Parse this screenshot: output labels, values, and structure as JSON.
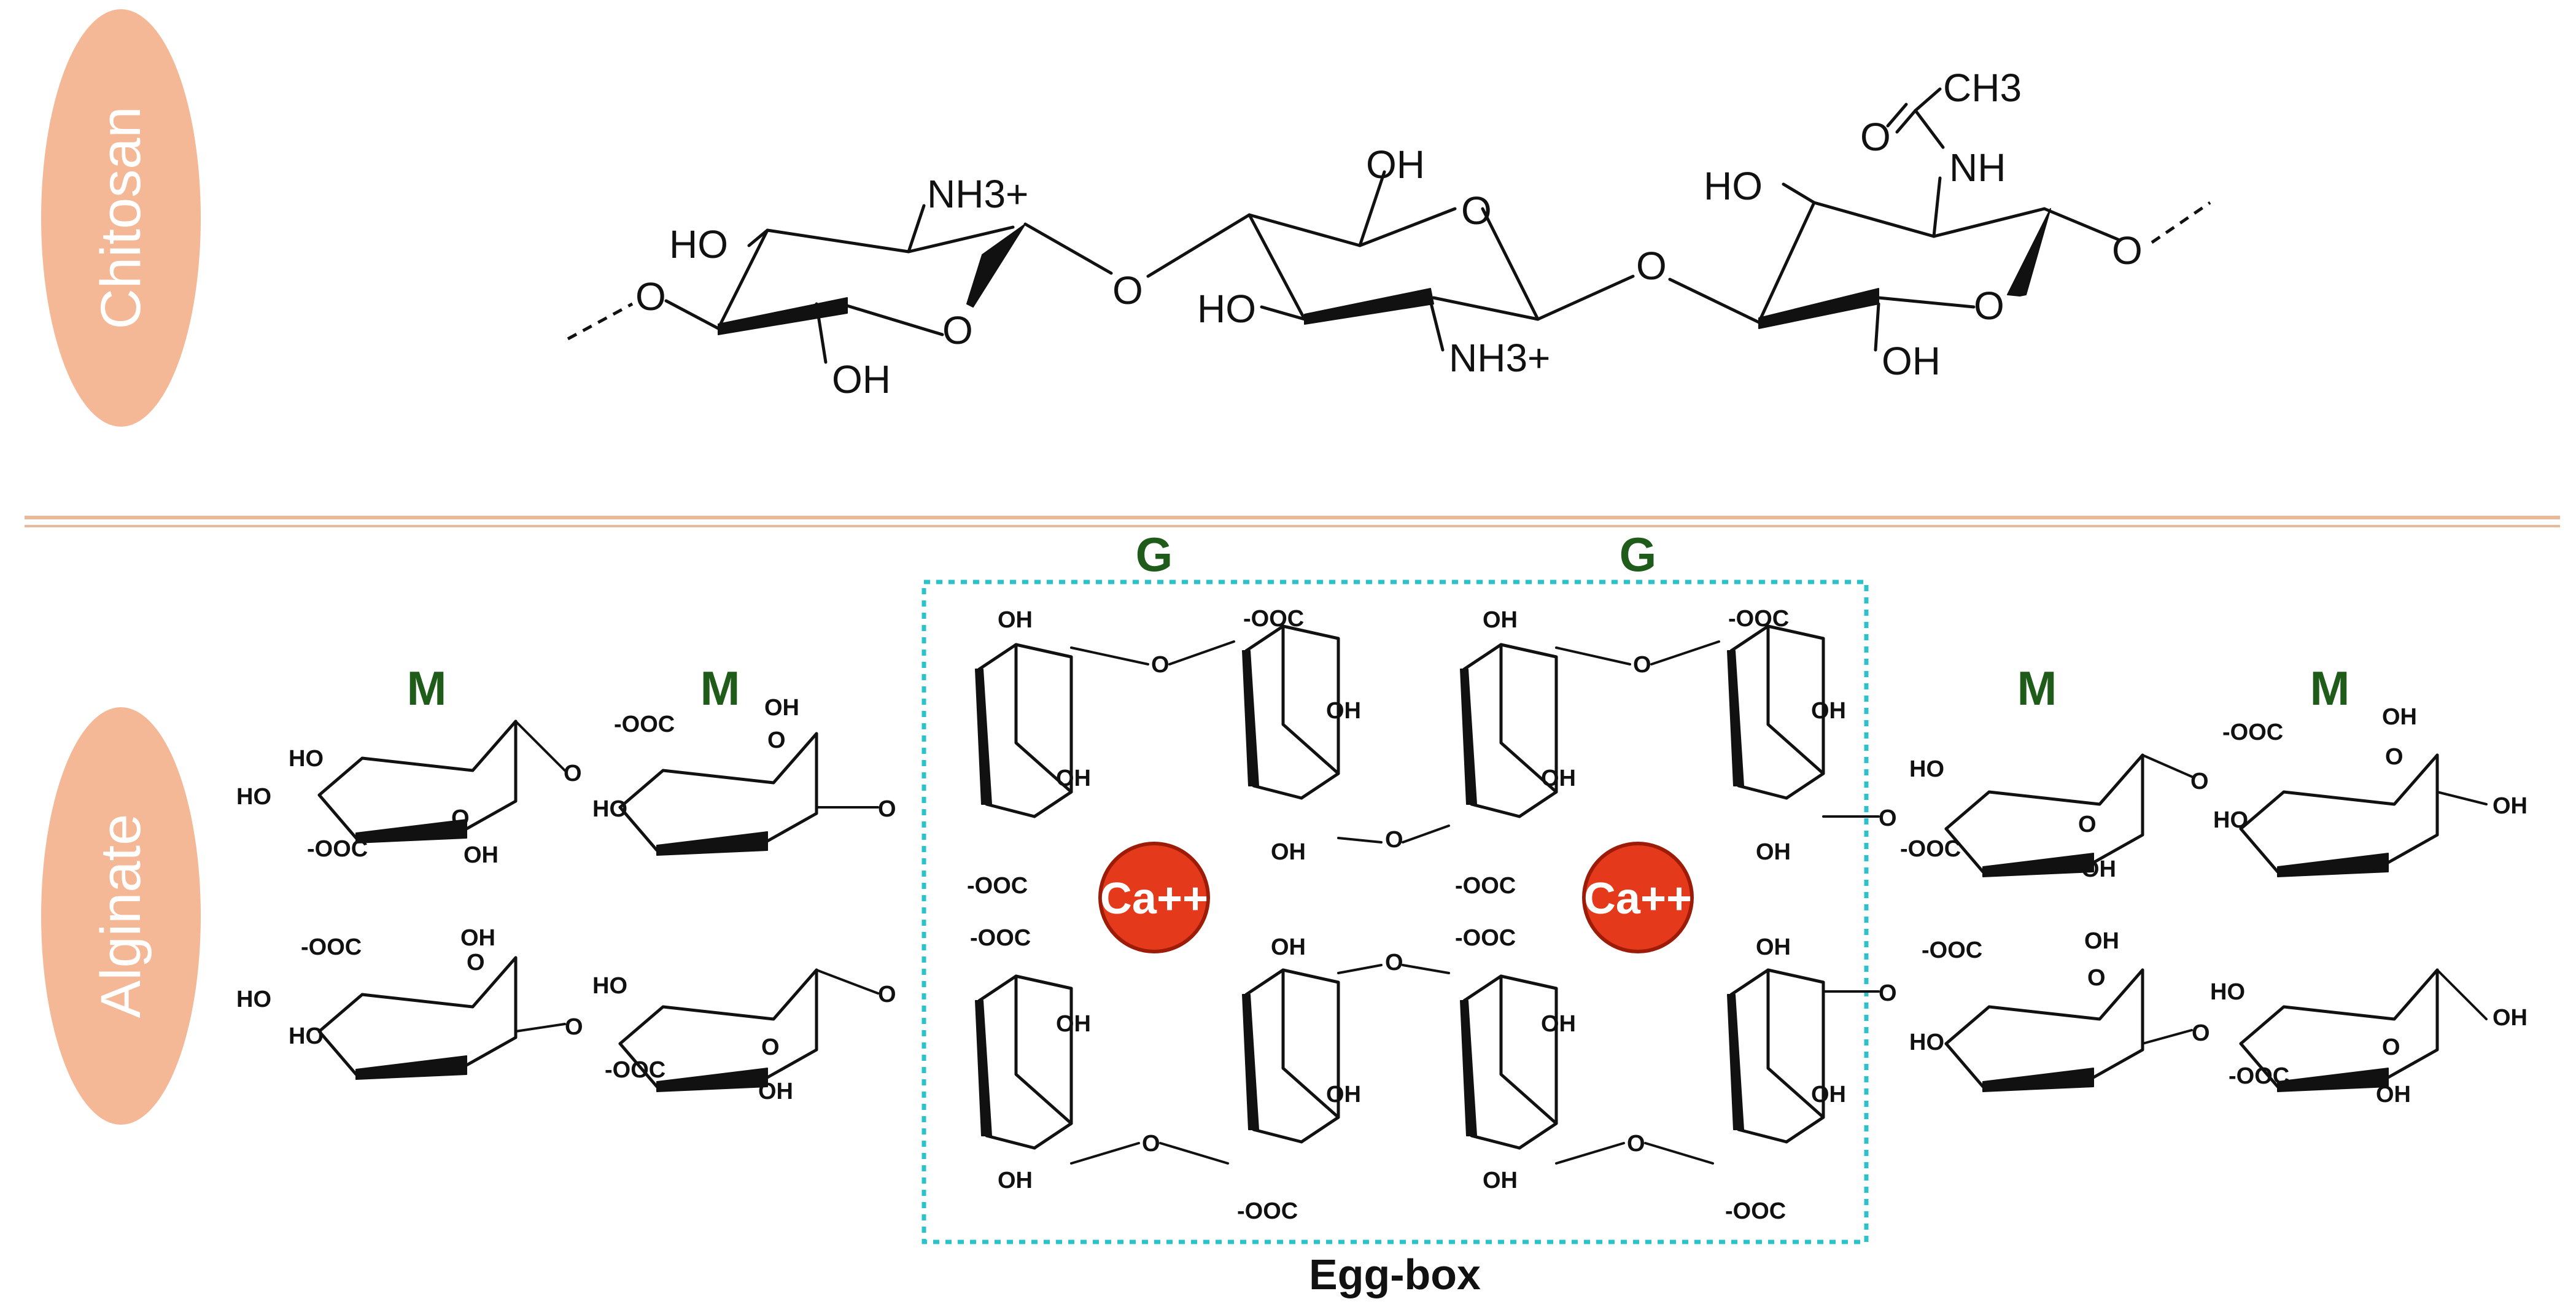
{
  "sections": {
    "chitosan": {
      "label": "Chitosan"
    },
    "alginate": {
      "label": "Alginate"
    }
  },
  "chitosan": {
    "atoms": {
      "nh3_a": "NH3+",
      "nh3_b": "NH3+",
      "ho_1": "HO",
      "ho_2": "HO",
      "ho_3": "HO",
      "oh_1": "OH",
      "oh_2": "OH",
      "oh_3": "OH",
      "o": "O",
      "nh": "NH",
      "ch3": "CH3"
    }
  },
  "alginate": {
    "unit_labels": [
      "M",
      "M",
      "G",
      "G",
      "M",
      "M"
    ],
    "ions": [
      "Ca++",
      "Ca++"
    ],
    "egg_box_caption": "Egg-box",
    "atoms": {
      "oh": "OH",
      "ho": "HO",
      "o": "O",
      "carboxylate": "-OOC",
      "carboxylate_r": "-OOC"
    }
  },
  "colors": {
    "pill": "#f5b896",
    "divider": "#e8b99a",
    "unit_label": "#1f5c1a",
    "ion_fill": "#e5391c",
    "ion_stroke": "#9c1c08",
    "egg_box_border": "#2bc3c9"
  }
}
